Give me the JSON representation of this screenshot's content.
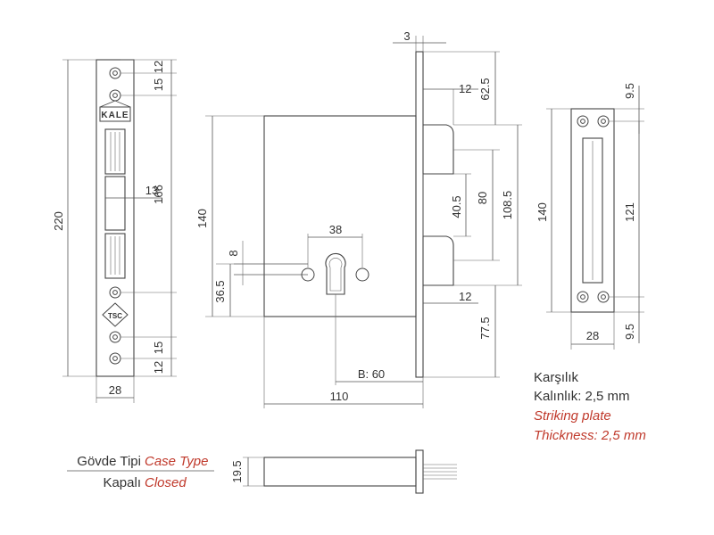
{
  "front_plate": {
    "height": "220",
    "width": "28",
    "plate_slot": "166",
    "latch_width": "13",
    "top_hole_1": "12",
    "top_hole_2": "15",
    "bottom_hole_1": "15",
    "bottom_hole_2": "12"
  },
  "lock_body": {
    "thickness": "3",
    "latch_top": "12",
    "latch_offset_top": "62.5",
    "latch_height": "40.5",
    "center_distance": "80",
    "deadbolt_span": "108.5",
    "deadbolt_bottom": "12",
    "bottom_offset": "77.5",
    "height": "140",
    "cylinder_spacing": "38",
    "key_offset": "8",
    "cylinder_height": "36.5",
    "backset": "B: 60",
    "depth": "110"
  },
  "striking_plate": {
    "top_gap": "9.5",
    "height": "140",
    "slot_length": "121",
    "width": "28",
    "bottom_gap": "9.5"
  },
  "notes": {
    "karsilik": "Karşılık",
    "kalinlik": "Kalınlık: 2,5 mm",
    "striking_plate_en": "Striking plate",
    "thickness_en": "Thickness: 2,5 mm"
  },
  "case_type": {
    "label_tr": "Gövde Tipi",
    "label_en": "Case Type",
    "value_tr": "Kapalı",
    "value_en": "Closed",
    "side_height": "19.5"
  },
  "colors": {
    "line": "#555555",
    "text": "#333333",
    "accent_red": "#c0392b"
  }
}
